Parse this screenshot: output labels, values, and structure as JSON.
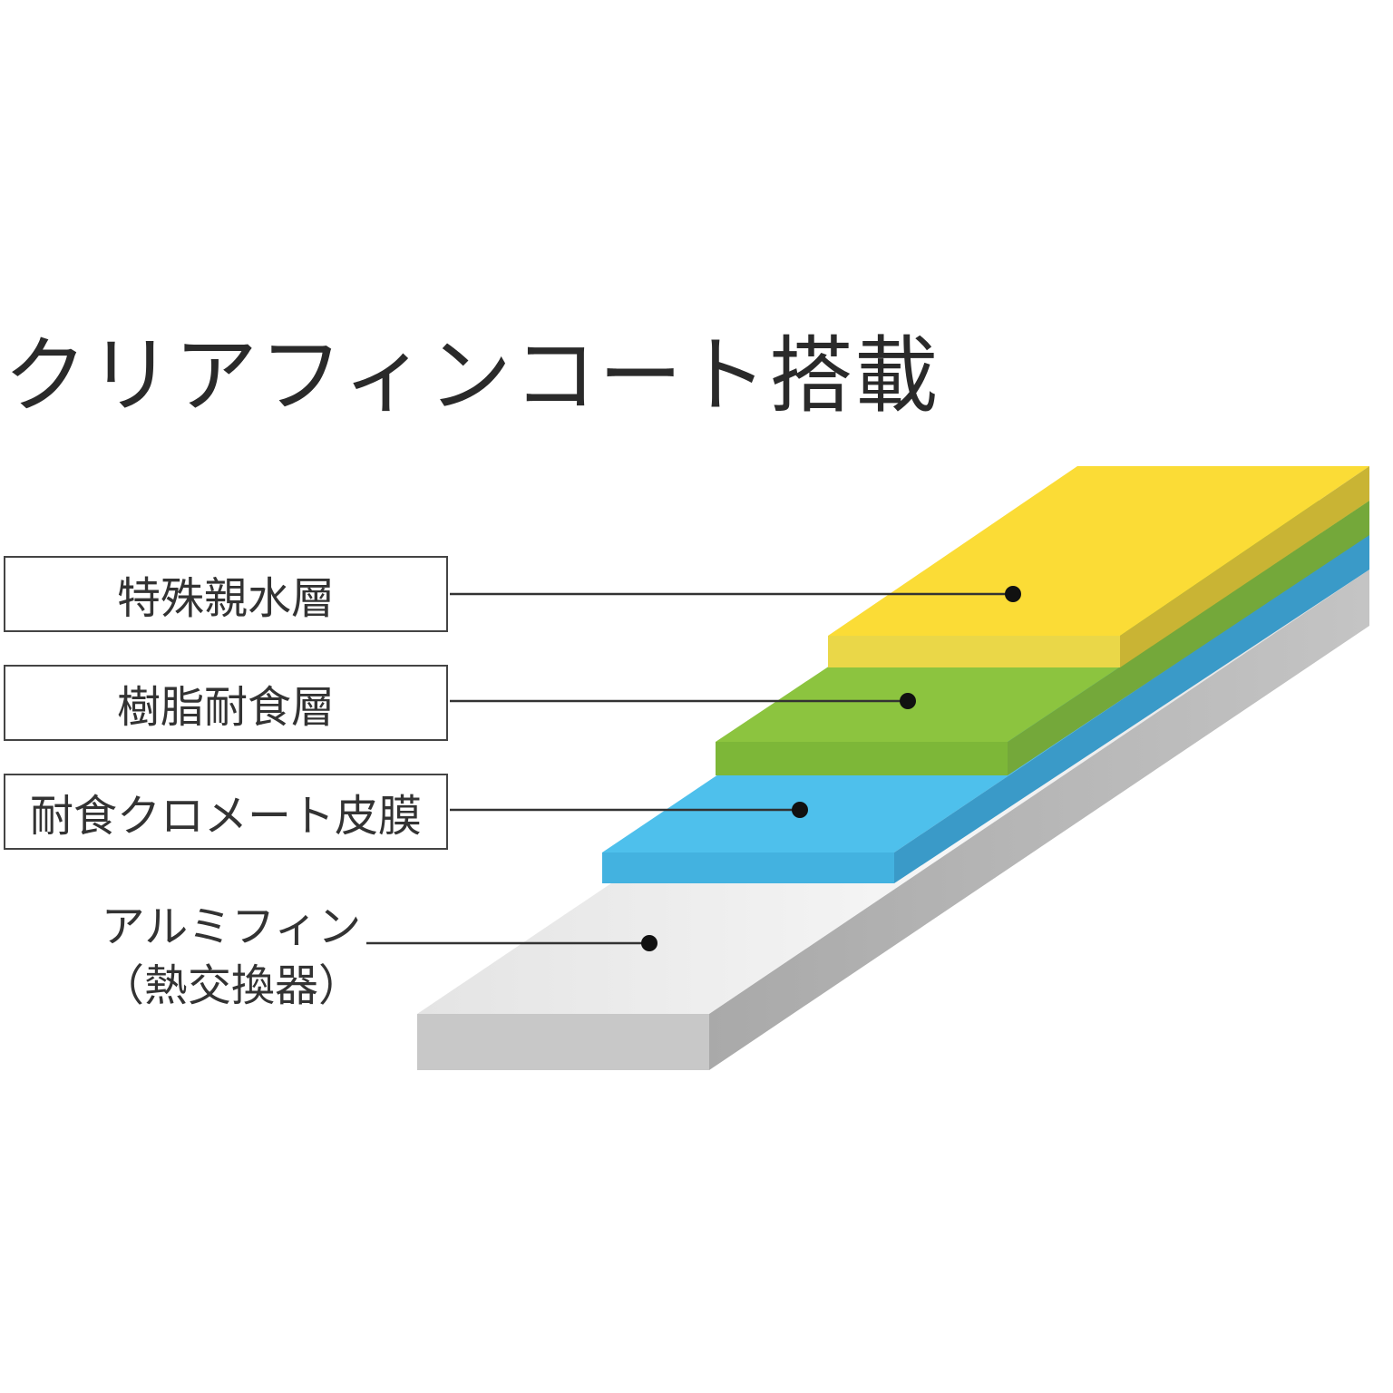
{
  "title": "クリアフィンコート搭載",
  "layers": [
    {
      "id": "hydrophilic",
      "label": "特殊親水層",
      "top_color": "#fbdc36",
      "front_color": "#ead748",
      "side_color": "#c9b434"
    },
    {
      "id": "resin",
      "label": "樹脂耐食層",
      "top_color": "#8cc43f",
      "front_color": "#7db738",
      "side_color": "#74a83a"
    },
    {
      "id": "chromate",
      "label": "耐食クロメート皮膜",
      "top_color": "#4ec0ec",
      "front_color": "#43b2e0",
      "side_color": "#3a9ac8"
    },
    {
      "id": "aluminum",
      "label_line1": "アルミフィン",
      "label_line2": "（熱交換器）",
      "top_color": "#ececec",
      "front_color": "#c8c8c8",
      "side_color": "#b8b8b8"
    }
  ],
  "colors": {
    "text": "#333333",
    "box_border": "#444444",
    "leader": "#333333",
    "dot": "#111111"
  }
}
